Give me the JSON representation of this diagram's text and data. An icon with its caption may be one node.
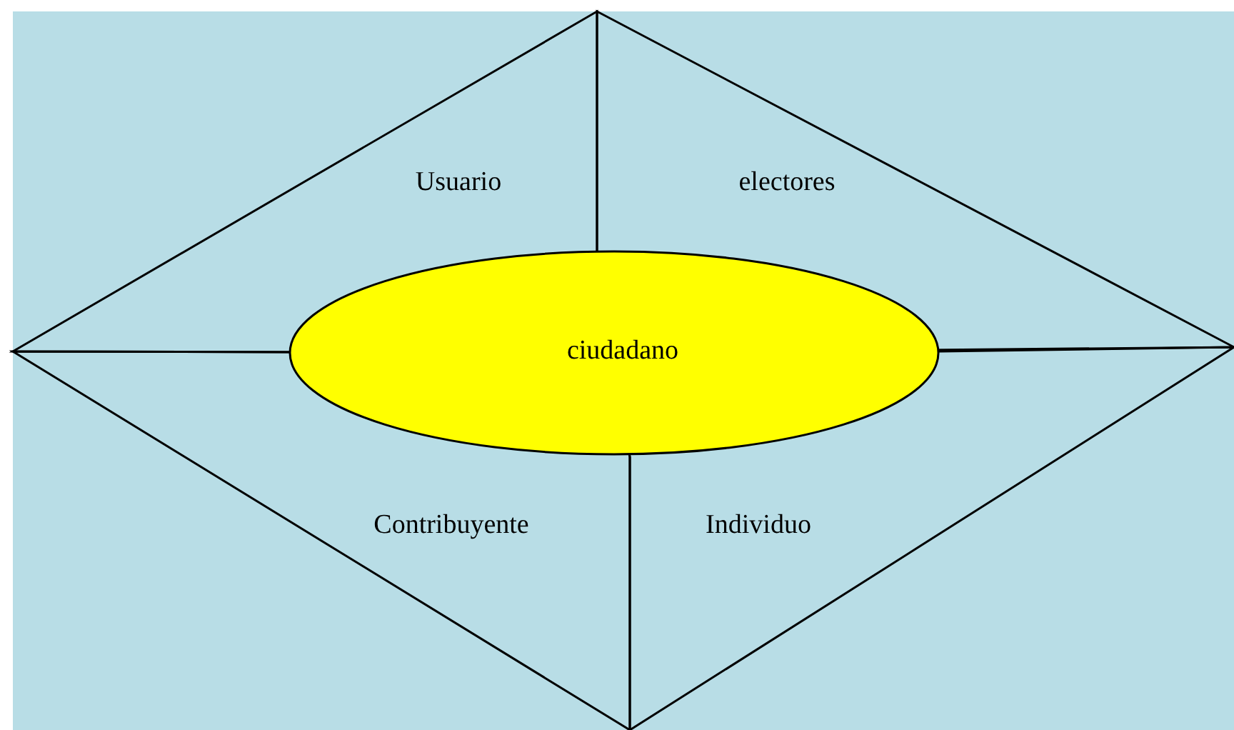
{
  "diagram": {
    "nodes": [
      {
        "text": [
          "Usuario"
        ]
      },
      {
        "text": [
          "electores"
        ]
      },
      {
        "text": [
          "Contribuyente"
        ]
      },
      {
        "text": [
          "Individuo"
        ]
      },
      {
        "text": [
          "ciudadano"
        ]
      }
    ]
  }
}
